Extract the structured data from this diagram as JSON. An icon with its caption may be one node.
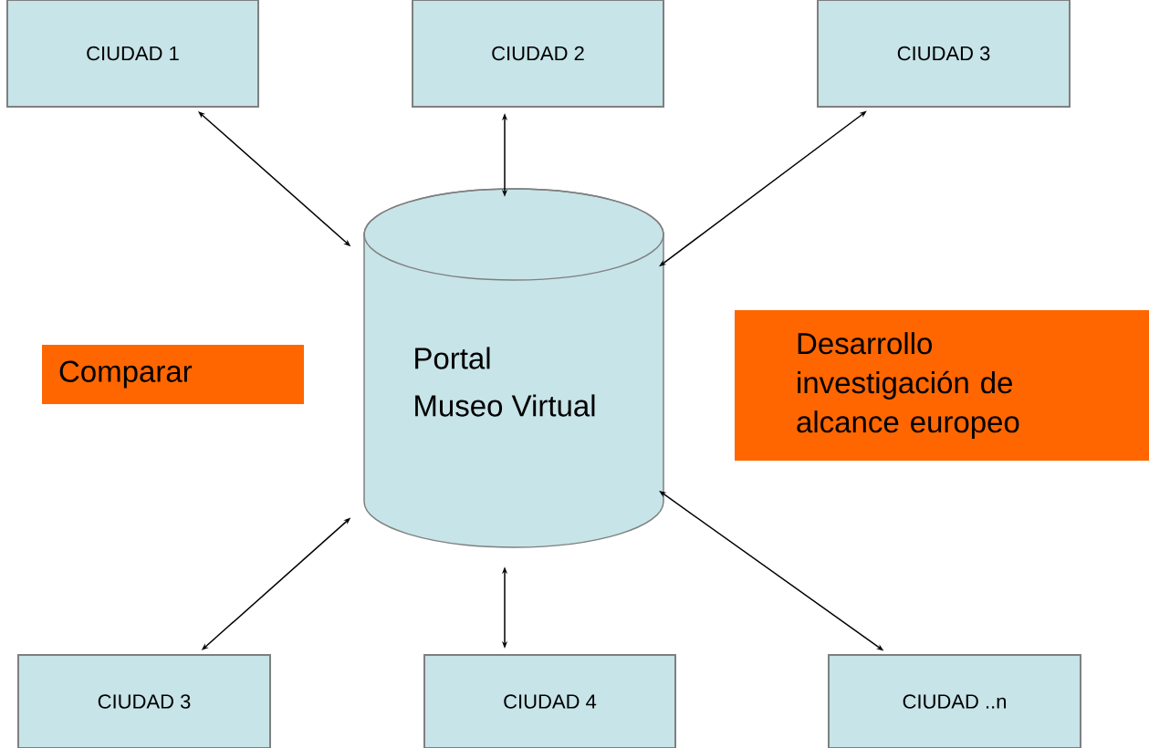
{
  "diagram": {
    "nodes": [
      {
        "text": [
          "CIUDAD 1"
        ]
      },
      {
        "text": [
          "CIUDAD 2"
        ]
      },
      {
        "text": [
          "CIUDAD 3"
        ]
      },
      {
        "text": [
          "Comparar"
        ]
      },
      {
        "text": [
          "Portal",
          "Museo Virtual"
        ]
      },
      {
        "text": [
          "Desarrollo investigación de alcance europeo"
        ]
      },
      {
        "text": [
          "CIUDAD 3"
        ]
      },
      {
        "text": [
          "CIUDAD 4"
        ]
      },
      {
        "text": [
          "CIUDAD ..n"
        ]
      }
    ],
    "edges": [
      {
        "from": 0,
        "to": 4,
        "arrow": "both"
      },
      {
        "from": 1,
        "to": 4,
        "arrow": "both"
      },
      {
        "from": 2,
        "to": 4,
        "arrow": "both"
      },
      {
        "from": 6,
        "to": 4,
        "arrow": "both"
      },
      {
        "from": 7,
        "to": 4,
        "arrow": "both"
      },
      {
        "from": 8,
        "to": 4,
        "arrow": "both"
      }
    ]
  }
}
